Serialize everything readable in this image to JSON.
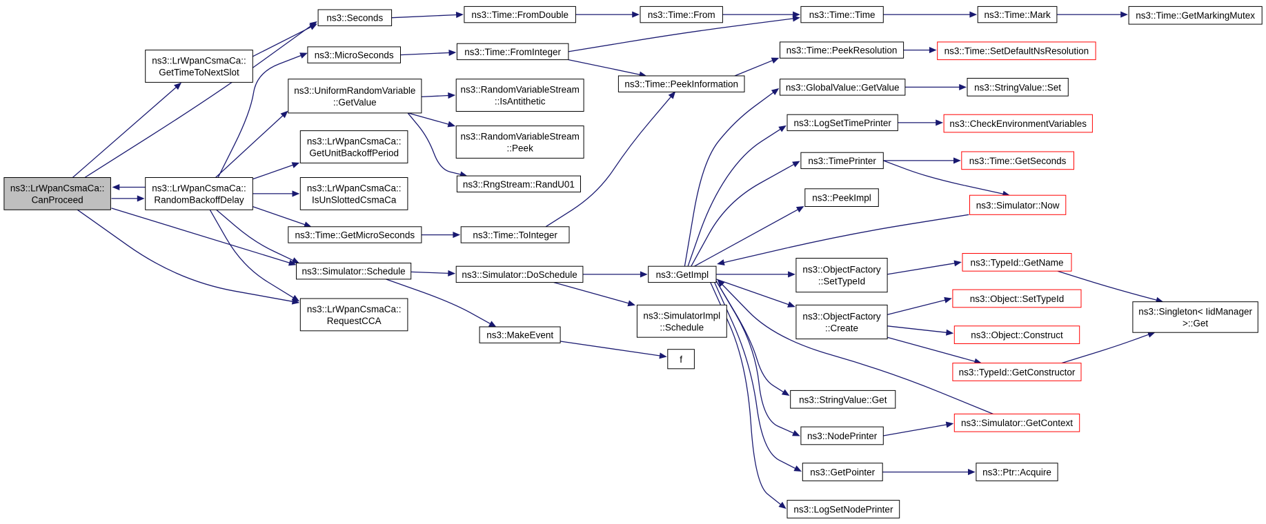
{
  "diagram": {
    "type": "call-graph",
    "colors": {
      "edge": "#191970",
      "root_fill": "#bfbfbf",
      "normal_border": "#000000",
      "truncated_border": "#ff0000",
      "node_fill": "#ffffff"
    },
    "nodes": [
      {
        "id": "canproceed",
        "lines": [
          "ns3::LrWpanCsmaCa::",
          "CanProceed"
        ],
        "style": "root"
      },
      {
        "id": "gettimetonextslot",
        "lines": [
          "ns3::LrWpanCsmaCa::",
          "GetTimeToNextSlot"
        ],
        "style": "normal"
      },
      {
        "id": "randombackoffdelay",
        "lines": [
          "ns3::LrWpanCsmaCa::",
          "RandomBackoffDelay"
        ],
        "style": "normal"
      },
      {
        "id": "seconds",
        "lines": [
          "ns3::Seconds"
        ],
        "style": "normal"
      },
      {
        "id": "microseconds",
        "lines": [
          "ns3::MicroSeconds"
        ],
        "style": "normal"
      },
      {
        "id": "urv_getvalue",
        "lines": [
          "ns3::UniformRandomVariable",
          "::GetValue"
        ],
        "style": "normal"
      },
      {
        "id": "getunitbackoffperiod",
        "lines": [
          "ns3::LrWpanCsmaCa::",
          "GetUnitBackoffPeriod"
        ],
        "style": "normal"
      },
      {
        "id": "isunslottedcsmaca",
        "lines": [
          "ns3::LrWpanCsmaCa::",
          "IsUnSlottedCsmaCa"
        ],
        "style": "normal"
      },
      {
        "id": "time_getmicroseconds",
        "lines": [
          "ns3::Time::GetMicroSeconds"
        ],
        "style": "normal"
      },
      {
        "id": "simulator_schedule",
        "lines": [
          "ns3::Simulator::Schedule"
        ],
        "style": "normal"
      },
      {
        "id": "requestcca",
        "lines": [
          "ns3::LrWpanCsmaCa::",
          "RequestCCA"
        ],
        "style": "normal"
      },
      {
        "id": "time_fromdouble",
        "lines": [
          "ns3::Time::FromDouble"
        ],
        "style": "normal"
      },
      {
        "id": "time_frominteger",
        "lines": [
          "ns3::Time::FromInteger"
        ],
        "style": "normal"
      },
      {
        "id": "rvs_isantithetic",
        "lines": [
          "ns3::RandomVariableStream",
          "::IsAntithetic"
        ],
        "style": "normal"
      },
      {
        "id": "rvs_peek",
        "lines": [
          "ns3::RandomVariableStream",
          "::Peek"
        ],
        "style": "normal"
      },
      {
        "id": "rngstream_randu01",
        "lines": [
          "ns3::RngStream::RandU01"
        ],
        "style": "normal"
      },
      {
        "id": "time_tointeger",
        "lines": [
          "ns3::Time::ToInteger"
        ],
        "style": "normal"
      },
      {
        "id": "simulator_doschedule",
        "lines": [
          "ns3::Simulator::DoSchedule"
        ],
        "style": "normal"
      },
      {
        "id": "makeevent",
        "lines": [
          "ns3::MakeEvent"
        ],
        "style": "normal"
      },
      {
        "id": "time_from",
        "lines": [
          "ns3::Time::From"
        ],
        "style": "normal"
      },
      {
        "id": "time_peekinformation",
        "lines": [
          "ns3::Time::PeekInformation"
        ],
        "style": "normal"
      },
      {
        "id": "getimpl",
        "lines": [
          "ns3::GetImpl"
        ],
        "style": "normal"
      },
      {
        "id": "simulatorimpl_schedule",
        "lines": [
          "ns3::SimulatorImpl",
          "::Schedule"
        ],
        "style": "normal"
      },
      {
        "id": "f",
        "lines": [
          "f"
        ],
        "style": "normal"
      },
      {
        "id": "time_time",
        "lines": [
          "ns3::Time::Time"
        ],
        "style": "normal"
      },
      {
        "id": "time_peekresolution",
        "lines": [
          "ns3::Time::PeekResolution"
        ],
        "style": "normal"
      },
      {
        "id": "globalvalue_getvalue",
        "lines": [
          "ns3::GlobalValue::GetValue"
        ],
        "style": "normal"
      },
      {
        "id": "logsettimeprinter",
        "lines": [
          "ns3::LogSetTimePrinter"
        ],
        "style": "normal"
      },
      {
        "id": "timeprinter",
        "lines": [
          "ns3::TimePrinter"
        ],
        "style": "normal"
      },
      {
        "id": "peekimpl",
        "lines": [
          "ns3::PeekImpl"
        ],
        "style": "normal"
      },
      {
        "id": "of_settypeid",
        "lines": [
          "ns3::ObjectFactory",
          "::SetTypeId"
        ],
        "style": "normal"
      },
      {
        "id": "of_create",
        "lines": [
          "ns3::ObjectFactory",
          "::Create"
        ],
        "style": "normal"
      },
      {
        "id": "stringvalue_get",
        "lines": [
          "ns3::StringValue::Get"
        ],
        "style": "normal"
      },
      {
        "id": "nodeprinter",
        "lines": [
          "ns3::NodePrinter"
        ],
        "style": "normal"
      },
      {
        "id": "getpointer",
        "lines": [
          "ns3::GetPointer"
        ],
        "style": "normal"
      },
      {
        "id": "logsetnodeprinter",
        "lines": [
          "ns3::LogSetNodePrinter"
        ],
        "style": "normal"
      },
      {
        "id": "time_mark",
        "lines": [
          "ns3::Time::Mark"
        ],
        "style": "normal"
      },
      {
        "id": "time_setdefaultnsresolution",
        "lines": [
          "ns3::Time::SetDefaultNsResolution"
        ],
        "style": "truncated"
      },
      {
        "id": "stringvalue_set",
        "lines": [
          "ns3::StringValue::Set"
        ],
        "style": "normal"
      },
      {
        "id": "checkenvironmentvariables",
        "lines": [
          "ns3::CheckEnvironmentVariables"
        ],
        "style": "truncated"
      },
      {
        "id": "time_getseconds",
        "lines": [
          "ns3::Time::GetSeconds"
        ],
        "style": "truncated"
      },
      {
        "id": "simulator_now",
        "lines": [
          "ns3::Simulator::Now"
        ],
        "style": "truncated"
      },
      {
        "id": "typeid_getname",
        "lines": [
          "ns3::TypeId::GetName"
        ],
        "style": "truncated"
      },
      {
        "id": "object_settypeid",
        "lines": [
          "ns3::Object::SetTypeId"
        ],
        "style": "truncated"
      },
      {
        "id": "object_construct",
        "lines": [
          "ns3::Object::Construct"
        ],
        "style": "truncated"
      },
      {
        "id": "typeid_getconstructor",
        "lines": [
          "ns3::TypeId::GetConstructor"
        ],
        "style": "truncated"
      },
      {
        "id": "simulator_getcontext",
        "lines": [
          "ns3::Simulator::GetContext"
        ],
        "style": "truncated"
      },
      {
        "id": "ptr_acquire",
        "lines": [
          "ns3::Ptr::Acquire"
        ],
        "style": "normal"
      },
      {
        "id": "time_getmarkingmutex",
        "lines": [
          "ns3::Time::GetMarkingMutex"
        ],
        "style": "normal"
      },
      {
        "id": "singleton_get",
        "lines": [
          "ns3::Singleton< IidManager",
          ">::Get"
        ],
        "style": "normal"
      }
    ],
    "edges": [
      [
        "canproceed",
        "gettimetonextslot"
      ],
      [
        "canproceed",
        "seconds"
      ],
      [
        "canproceed",
        "randombackoffdelay"
      ],
      [
        "randombackoffdelay",
        "canproceed"
      ],
      [
        "canproceed",
        "simulator_schedule"
      ],
      [
        "canproceed",
        "requestcca"
      ],
      [
        "gettimetonextslot",
        "seconds"
      ],
      [
        "randombackoffdelay",
        "microseconds"
      ],
      [
        "randombackoffdelay",
        "urv_getvalue"
      ],
      [
        "randombackoffdelay",
        "getunitbackoffperiod"
      ],
      [
        "randombackoffdelay",
        "isunslottedcsmaca"
      ],
      [
        "randombackoffdelay",
        "time_getmicroseconds"
      ],
      [
        "randombackoffdelay",
        "simulator_schedule"
      ],
      [
        "randombackoffdelay",
        "requestcca"
      ],
      [
        "seconds",
        "time_fromdouble"
      ],
      [
        "microseconds",
        "time_frominteger"
      ],
      [
        "urv_getvalue",
        "rvs_isantithetic"
      ],
      [
        "urv_getvalue",
        "rvs_peek"
      ],
      [
        "urv_getvalue",
        "rngstream_randu01"
      ],
      [
        "time_getmicroseconds",
        "time_tointeger"
      ],
      [
        "simulator_schedule",
        "simulator_doschedule"
      ],
      [
        "simulator_schedule",
        "makeevent"
      ],
      [
        "time_fromdouble",
        "time_from"
      ],
      [
        "time_frominteger",
        "time_time"
      ],
      [
        "time_frominteger",
        "time_peekinformation"
      ],
      [
        "time_tointeger",
        "time_peekinformation"
      ],
      [
        "simulator_doschedule",
        "getimpl"
      ],
      [
        "simulator_doschedule",
        "simulatorimpl_schedule"
      ],
      [
        "makeevent",
        "f"
      ],
      [
        "time_from",
        "time_time"
      ],
      [
        "time_time",
        "time_mark"
      ],
      [
        "time_mark",
        "time_getmarkingmutex"
      ],
      [
        "time_peekinformation",
        "time_peekresolution"
      ],
      [
        "time_peekresolution",
        "time_setdefaultnsresolution"
      ],
      [
        "getimpl",
        "globalvalue_getvalue"
      ],
      [
        "getimpl",
        "logsettimeprinter"
      ],
      [
        "getimpl",
        "timeprinter"
      ],
      [
        "getimpl",
        "peekimpl"
      ],
      [
        "getimpl",
        "of_settypeid"
      ],
      [
        "getimpl",
        "of_create"
      ],
      [
        "getimpl",
        "stringvalue_get"
      ],
      [
        "getimpl",
        "nodeprinter"
      ],
      [
        "getimpl",
        "getpointer"
      ],
      [
        "getimpl",
        "logsetnodeprinter"
      ],
      [
        "simulator_now",
        "getimpl"
      ],
      [
        "simulator_getcontext",
        "getimpl"
      ],
      [
        "globalvalue_getvalue",
        "stringvalue_set"
      ],
      [
        "logsettimeprinter",
        "checkenvironmentvariables"
      ],
      [
        "timeprinter",
        "time_getseconds"
      ],
      [
        "timeprinter",
        "simulator_now"
      ],
      [
        "of_settypeid",
        "typeid_getname"
      ],
      [
        "of_create",
        "object_settypeid"
      ],
      [
        "of_create",
        "object_construct"
      ],
      [
        "of_create",
        "typeid_getconstructor"
      ],
      [
        "nodeprinter",
        "simulator_getcontext"
      ],
      [
        "getpointer",
        "ptr_acquire"
      ],
      [
        "typeid_getname",
        "singleton_get"
      ],
      [
        "typeid_getconstructor",
        "singleton_get"
      ]
    ]
  }
}
